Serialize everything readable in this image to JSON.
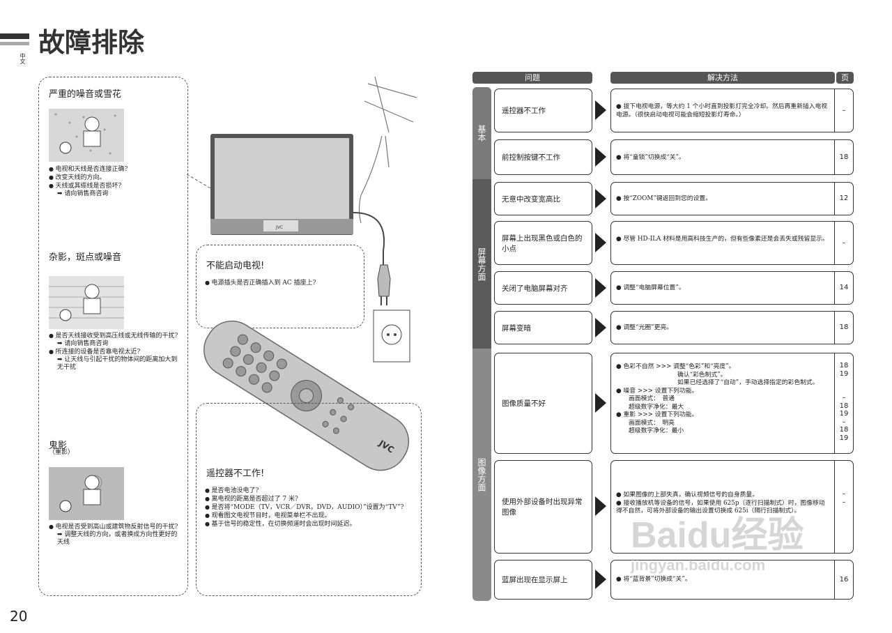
{
  "page_title": "故障排除",
  "side_label": "中文",
  "page_number": "20",
  "left": {
    "noise": {
      "title": "严重的噪音或雪花",
      "items": [
        "电视和天线是否连接正确?",
        "改变天线的方向。",
        "天线或其缆线是否损坏?"
      ],
      "sub": "➡ 请向销售商咨询"
    },
    "spots": {
      "title": "杂影，斑点或噪音",
      "item1": "是否天线接收受到高压线或无线传输的干扰?",
      "sub1": "➡ 请向销售商咨询",
      "item2": "所连接的设备是否靠电视太近?",
      "sub2": "➡ 让天线与引起干扰的物体间的距离加大到无干扰"
    },
    "ghost": {
      "title": "鬼影",
      "subtitle": "（重影）",
      "item": "电视是否受到高山或建筑物反射信号的干扰?",
      "sub": "➡ 调整天线的方向，或者换成方向性更好的天线"
    }
  },
  "power": {
    "title": "不能启动电视!",
    "item": "电源插头是否正确插入到 AC 插座上?"
  },
  "remote": {
    "title": "遥控器不工作!",
    "items": [
      "是否电池没电了?",
      "离电视的距离是否超过了 7 米?",
      "是否将“MODE（TV，VCR／DVR，DVD，AUDIO）”设置为“TV”?",
      "观看图文电视节目时，电视菜单栏不出现。",
      "基于信号的稳定性，在切换频道时会出现时间延迟。"
    ],
    "brand": "JVC"
  },
  "tv_brand": "JVC",
  "table": {
    "header_problem": "问题",
    "header_solution": "解决方法",
    "header_page": "页",
    "categories": [
      "基本",
      "屏幕方面",
      "图像方面"
    ],
    "rows": [
      {
        "problem": "遥控器不工作",
        "solution": "拔下电视电源，等大约 1 个小时直到投影灯完全冷却。然后再重新插入电视电源。（很快启动电视可能会缩短投影灯寿命。）",
        "page": "–"
      },
      {
        "problem": "前控制按键不工作",
        "solution": "将“童锁”切换成“关”。",
        "page": "18"
      },
      {
        "problem": "无意中改变宽高比",
        "solution": "按“ZOOM”键返回到您的设置。",
        "page": "12"
      },
      {
        "problem": "屏幕上出现黑色或白色的小点",
        "solution": "尽管 HD-ILA 材料是用高科技生产的，但有些像素还是会丢失或残留显示。",
        "page": "–"
      },
      {
        "problem": "关闭了电脑屏幕对齐",
        "solution": "调整“电脑屏幕位置”。",
        "page": "14"
      },
      {
        "problem": "屏幕变暗",
        "solution": "调整“光圈”更亮。",
        "page": "18"
      },
      {
        "problem": "图像质量不好",
        "lines": [
          "● 色彩不自然 >>> 调整“色彩”和“亮度”。",
          "确认“彩色制式”。",
          "如果已经选择了“自动”，手动选择指定的彩色制式。",
          "● 噪音 >>> 设置下列功能。",
          "画面模式：　普通",
          "超级数字净化：最大",
          "● 重影 >>> 设置下列功能。",
          "画面模式：　明亮",
          "超级数字净化：最小"
        ],
        "pages": [
          "18",
          "19",
          "",
          "",
          "–",
          "18",
          "19",
          "–",
          "18",
          "19"
        ]
      },
      {
        "problem": "使用外部设备时出现异常图像",
        "solution": "如果图像的上部失真，确认视频信号的自身质量。",
        "solution2": "接收播放机等设备的信号，如果使用 625p（逐行扫描制式）时，图像移动得不自然，可将外部设备的输出设置切换成 625i（隔行扫描制式）。",
        "pages": [
          "–",
          "–"
        ]
      },
      {
        "problem": "蓝屏出现在显示屏上",
        "solution": "将“蓝背景”切换成“关”。",
        "page": "16"
      }
    ]
  },
  "watermark": {
    "line1": "Baidu经验",
    "line2": "jingyan.baidu.com"
  },
  "colors": {
    "header": "#555555",
    "cat_basic": "#7a7a7a",
    "cat_screen": "#5a5a5a",
    "cat_image": "#8a8a8a"
  }
}
